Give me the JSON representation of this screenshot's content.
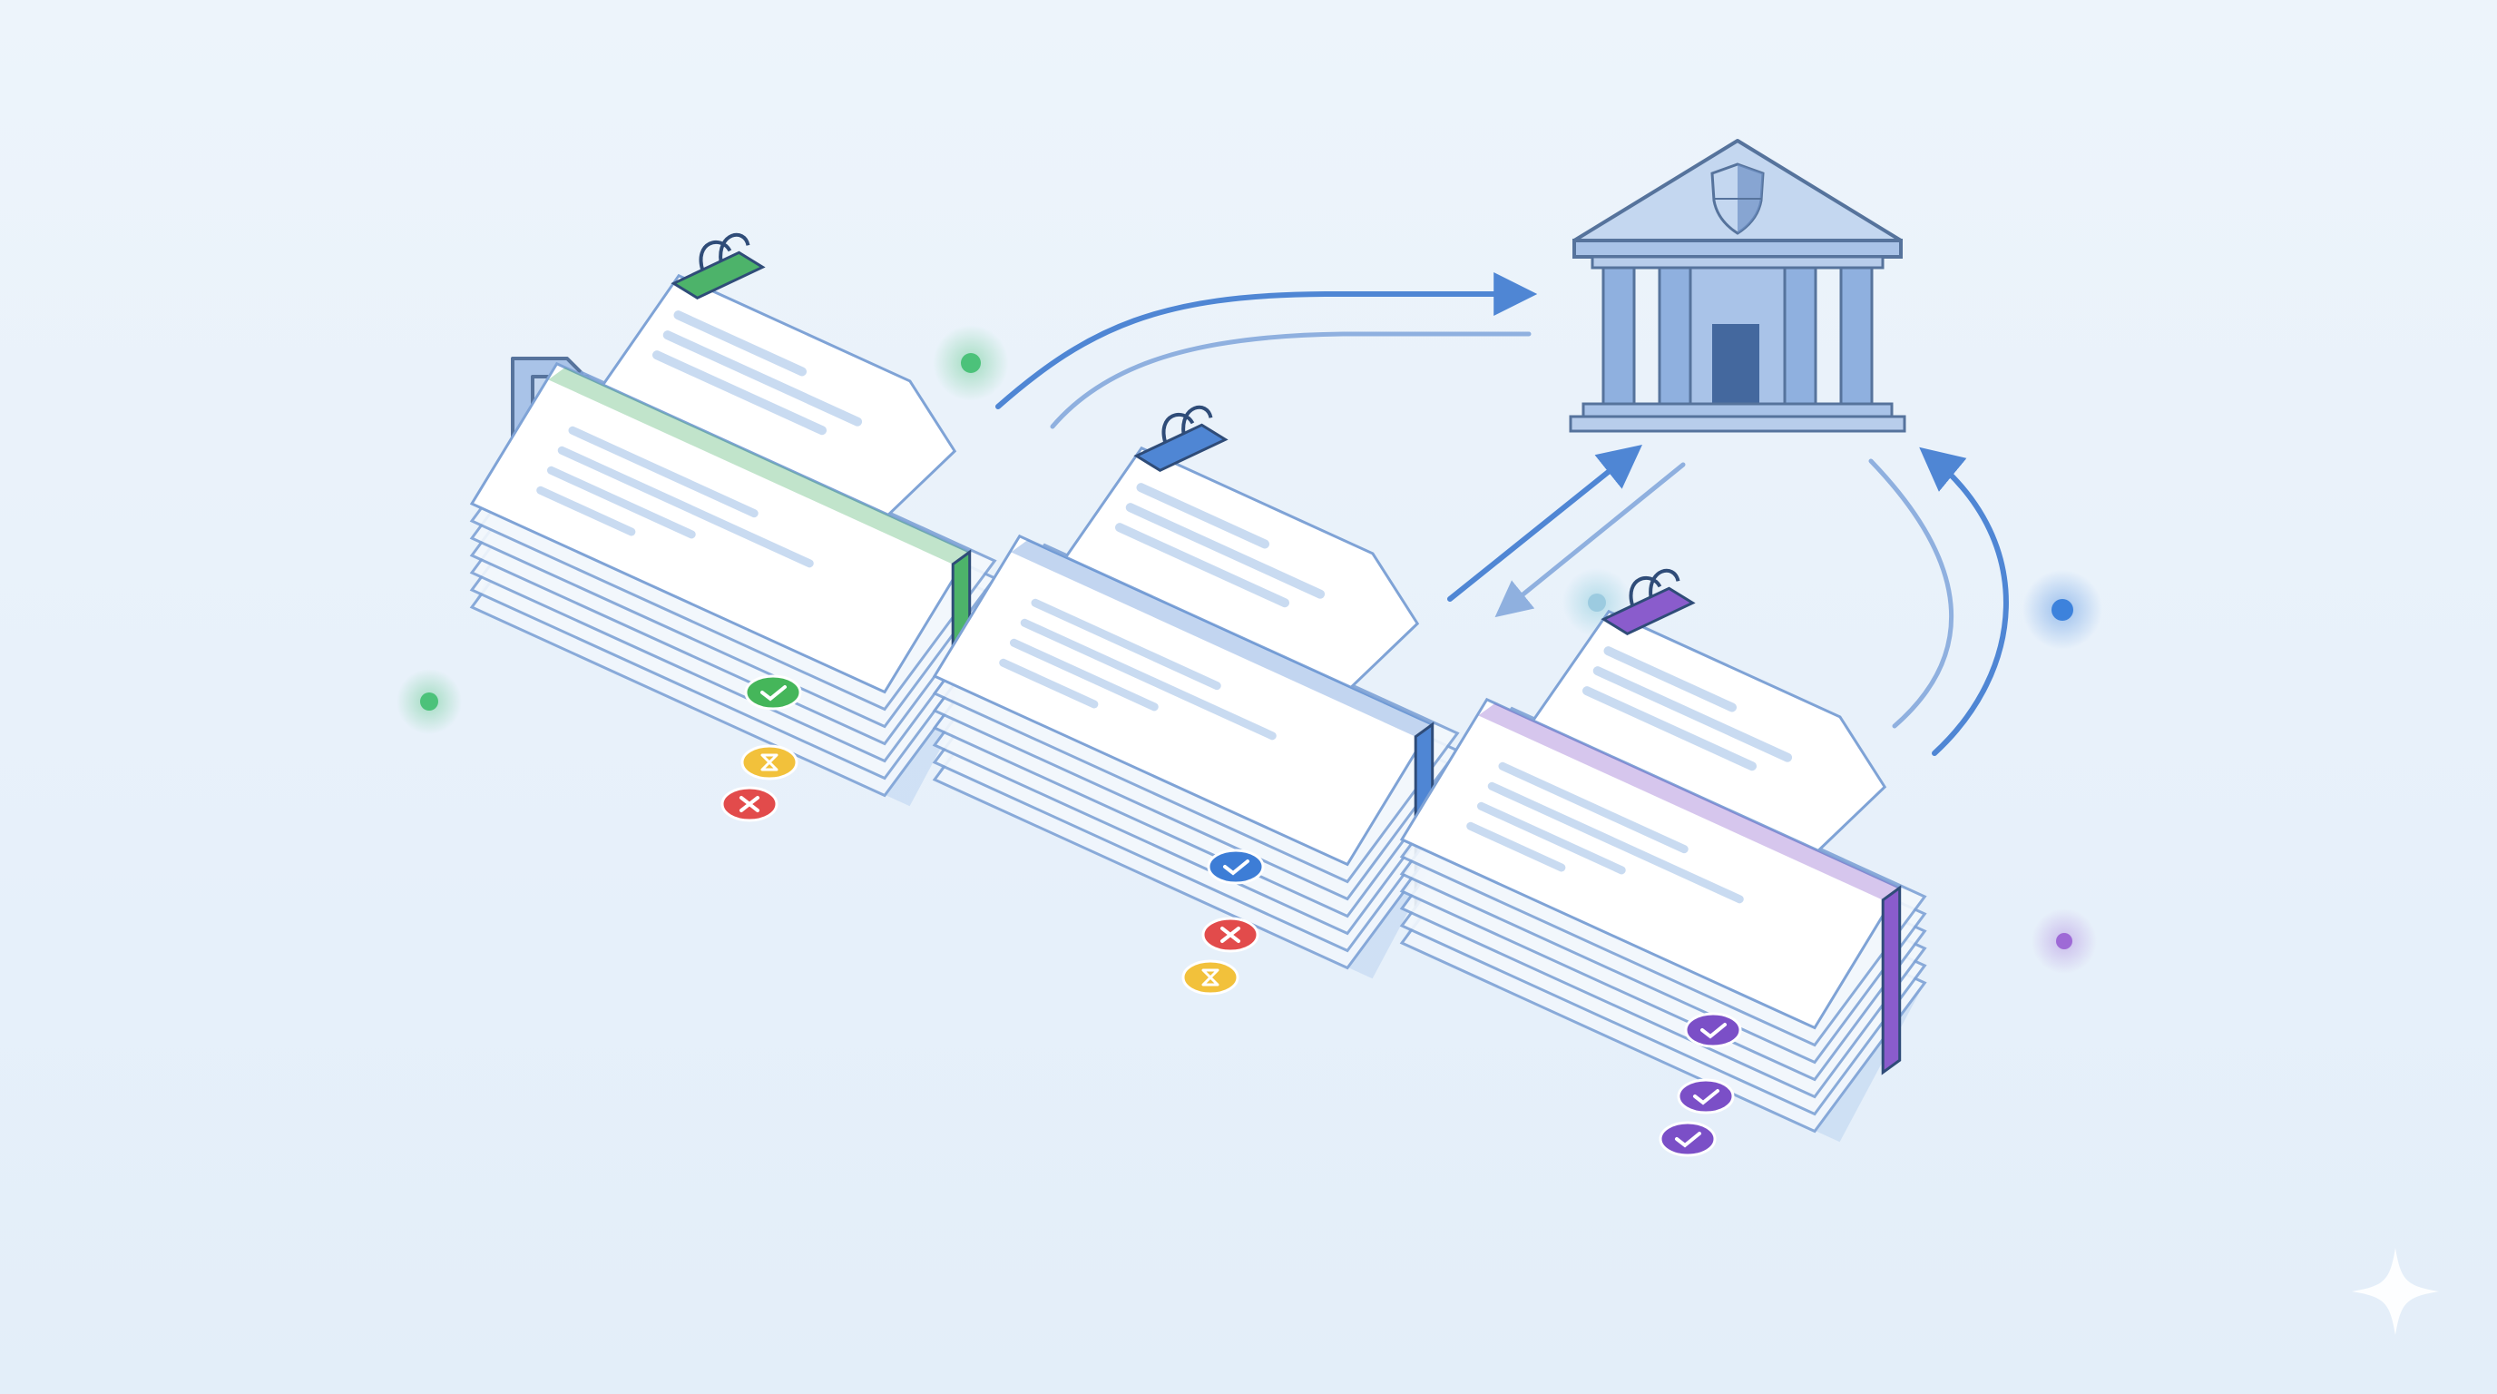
{
  "colors": {
    "background_top": "#edf4fb",
    "background_bottom": "#e3eef9",
    "paper": "#ffffff",
    "paper_outline": "#7fa3d6",
    "paper_shadow": "#bcd4f0",
    "text_line": "#c9dbf1",
    "accent_green": "#4db36a",
    "accent_blue": "#4f86d4",
    "accent_purple": "#8a5ccc",
    "status_approved_green": "#45b65a",
    "status_approved_blue": "#3d7dd6",
    "status_approved_purple": "#7b4fc7",
    "status_pending": "#f2c13b",
    "status_rejected": "#e24b4b",
    "arrow": "#4f86d4",
    "building": "#8fb0df",
    "building_outline": "#56739c",
    "shield": "#a9c3e8",
    "door": "#44689e",
    "node_green": "#4cc27a",
    "node_blue": "#3d82dc",
    "node_teal": "#9ccbe0",
    "node_purple": "#9e6ad6",
    "gear": "#7f9fcf",
    "sparkle": "#ffffff"
  },
  "icons": {
    "institution": "bank-building-icon",
    "shield": "shield-icon",
    "gear": "gear-icon",
    "files": "files-icon",
    "clip": "binder-clip-icon",
    "approved": "check-icon",
    "pending": "hourglass-icon",
    "rejected": "x-icon",
    "sparkle": "sparkle-icon"
  },
  "stacks": [
    {
      "name": "green",
      "accent": "#4db36a",
      "status": [
        "approved",
        "pending",
        "rejected"
      ]
    },
    {
      "name": "blue",
      "accent": "#4f86d4",
      "status": [
        "approved",
        "rejected",
        "pending"
      ]
    },
    {
      "name": "purple",
      "accent": "#8a5ccc",
      "status": [
        "approved",
        "approved",
        "approved"
      ]
    }
  ]
}
